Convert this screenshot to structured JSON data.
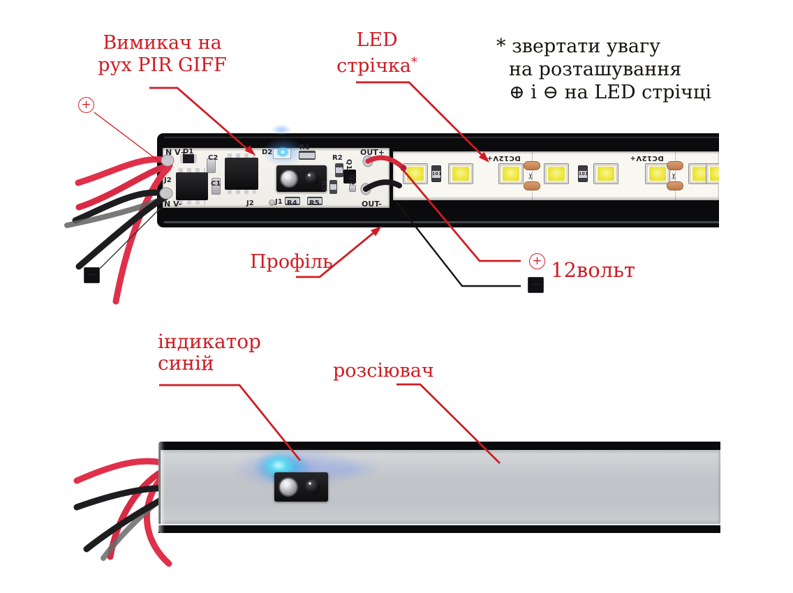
{
  "colors": {
    "annotation_red": "#d01b22",
    "text_black": "#17120e",
    "profile_black": "#0b0b0d",
    "copper_pad": "#c98a5e",
    "led_yellow": "#efe740",
    "diffuser_gray": "#c3c6ca",
    "indicator_cyan": "#38cde8",
    "wire_red": "#e0304a",
    "wire_black": "#1d1d20"
  },
  "labels": {
    "switch": {
      "line1": "Вимикач на",
      "line2": "рух PIR GIFF"
    },
    "led_strip": {
      "line1": "LED",
      "line2": "стрічка",
      "asterisk": "*"
    },
    "note": {
      "line1": "* звертати увагу",
      "line2": "на розташування",
      "line3": "⊕ і ⊖ на LED стрічці"
    },
    "profile": "Профіль",
    "voltage": "12вольт",
    "indicator": {
      "line1": "індикатор",
      "line2": "синій"
    },
    "diffuser": "розсіювач",
    "plus": "+",
    "minus": "−"
  },
  "pcb": {
    "labels": {
      "nv_plus": "N V+",
      "nv_minus": "N V-",
      "d1": "D1",
      "c1": "C1",
      "c2": "C2",
      "j2_left": "J2",
      "j2_bottom": "J2",
      "j1": "J1",
      "r1": "R1",
      "r2": "R2",
      "r3": "R3",
      "r4": "R4",
      "r5": "R5",
      "d2": "D2",
      "q1": "Q1",
      "q2": "Q2",
      "out_plus": "OUT+",
      "out_minus": "OUT-"
    }
  },
  "strip": {
    "marking": "DC12V+",
    "resistor": "101",
    "cut_icon": "✂"
  }
}
